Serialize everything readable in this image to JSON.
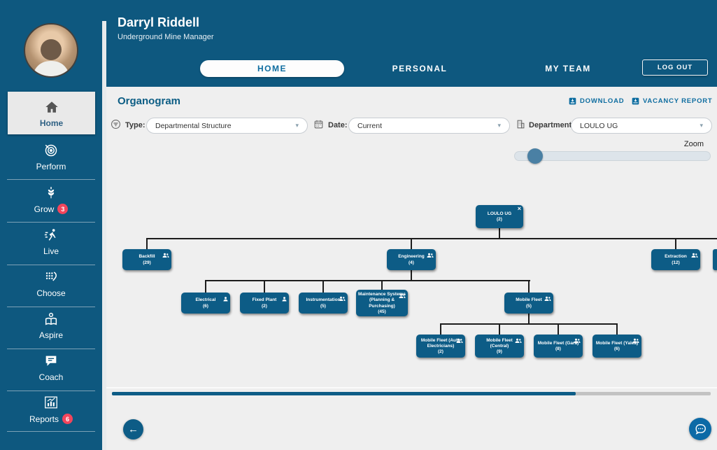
{
  "header": {
    "name": "Darryl Riddell",
    "role": "Underground Mine Manager",
    "tabs": [
      {
        "label": "HOME",
        "active": true
      },
      {
        "label": "PERSONAL",
        "active": false
      },
      {
        "label": "MY TEAM",
        "active": false
      }
    ],
    "logout_label": "LOG OUT"
  },
  "sidebar": {
    "items": [
      {
        "label": "Home",
        "icon": "home-icon",
        "active": true
      },
      {
        "label": "Perform",
        "icon": "target-icon"
      },
      {
        "label": "Grow",
        "icon": "wheat-icon",
        "badge": "3"
      },
      {
        "label": "Live",
        "icon": "runner-icon"
      },
      {
        "label": "Choose",
        "icon": "dotted-phone-icon"
      },
      {
        "label": "Aspire",
        "icon": "person-book-icon"
      },
      {
        "label": "Coach",
        "icon": "speech-bubble-icon"
      },
      {
        "label": "Reports",
        "icon": "bar-chart-icon",
        "badge": "6"
      }
    ]
  },
  "toolbar": {
    "title": "Organogram",
    "download_label": "DOWNLOAD",
    "vacancy_report_label": "VACANCY REPORT"
  },
  "filters": {
    "type_label": "Type:",
    "type_value": "Departmental Structure",
    "date_label": "Date:",
    "date_value": "Current",
    "department_label": "Department:",
    "department_value": "LOULO UG"
  },
  "zoom": {
    "label": "Zoom",
    "value_percent": 10
  },
  "org": {
    "nodes": [
      {
        "name": "LOULO UG",
        "count": "(2)",
        "icon": "close-icon"
      },
      {
        "name": "Backfill",
        "count": "(29)",
        "icon": "people-icon"
      },
      {
        "name": "Engineering",
        "count": "(4)",
        "icon": "people-icon"
      },
      {
        "name": "Extraction",
        "count": "(12)",
        "icon": "people-icon"
      },
      {
        "name": "Electrical",
        "count": "(6)",
        "icon": "person-icon"
      },
      {
        "name": "Fixed Plant",
        "count": "(2)",
        "icon": "person-icon"
      },
      {
        "name": "Instrumentation",
        "count": "(5)",
        "icon": "people-icon"
      },
      {
        "name": "Maintenance Systems (Planning & Purchasing)",
        "count": "(45)",
        "icon": "people-icon"
      },
      {
        "name": "Mobile Fleet",
        "count": "(5)",
        "icon": "people-icon"
      },
      {
        "name": "Mobile Fleet (Auto Electricians)",
        "count": "(2)",
        "icon": "people-icon"
      },
      {
        "name": "Mobile Fleet (Central)",
        "count": "(9)",
        "icon": "people-icon"
      },
      {
        "name": "Mobile Fleet (Gara)",
        "count": "(8)",
        "icon": "people-icon"
      },
      {
        "name": "Mobile Fleet (Yalea)",
        "count": "(6)",
        "icon": "people-icon"
      }
    ]
  },
  "icons": {
    "close_glyph": "×",
    "back_arrow_glyph": "←",
    "chevron_glyph": "▾"
  },
  "colors": {
    "primary": "#0E587F",
    "node_blue": "#0D5C86",
    "accent_blue": "#0E6DA0",
    "badge_red": "#F2455C",
    "content_bg": "#EFEFEF",
    "slider_handle": "#4A80A4"
  }
}
